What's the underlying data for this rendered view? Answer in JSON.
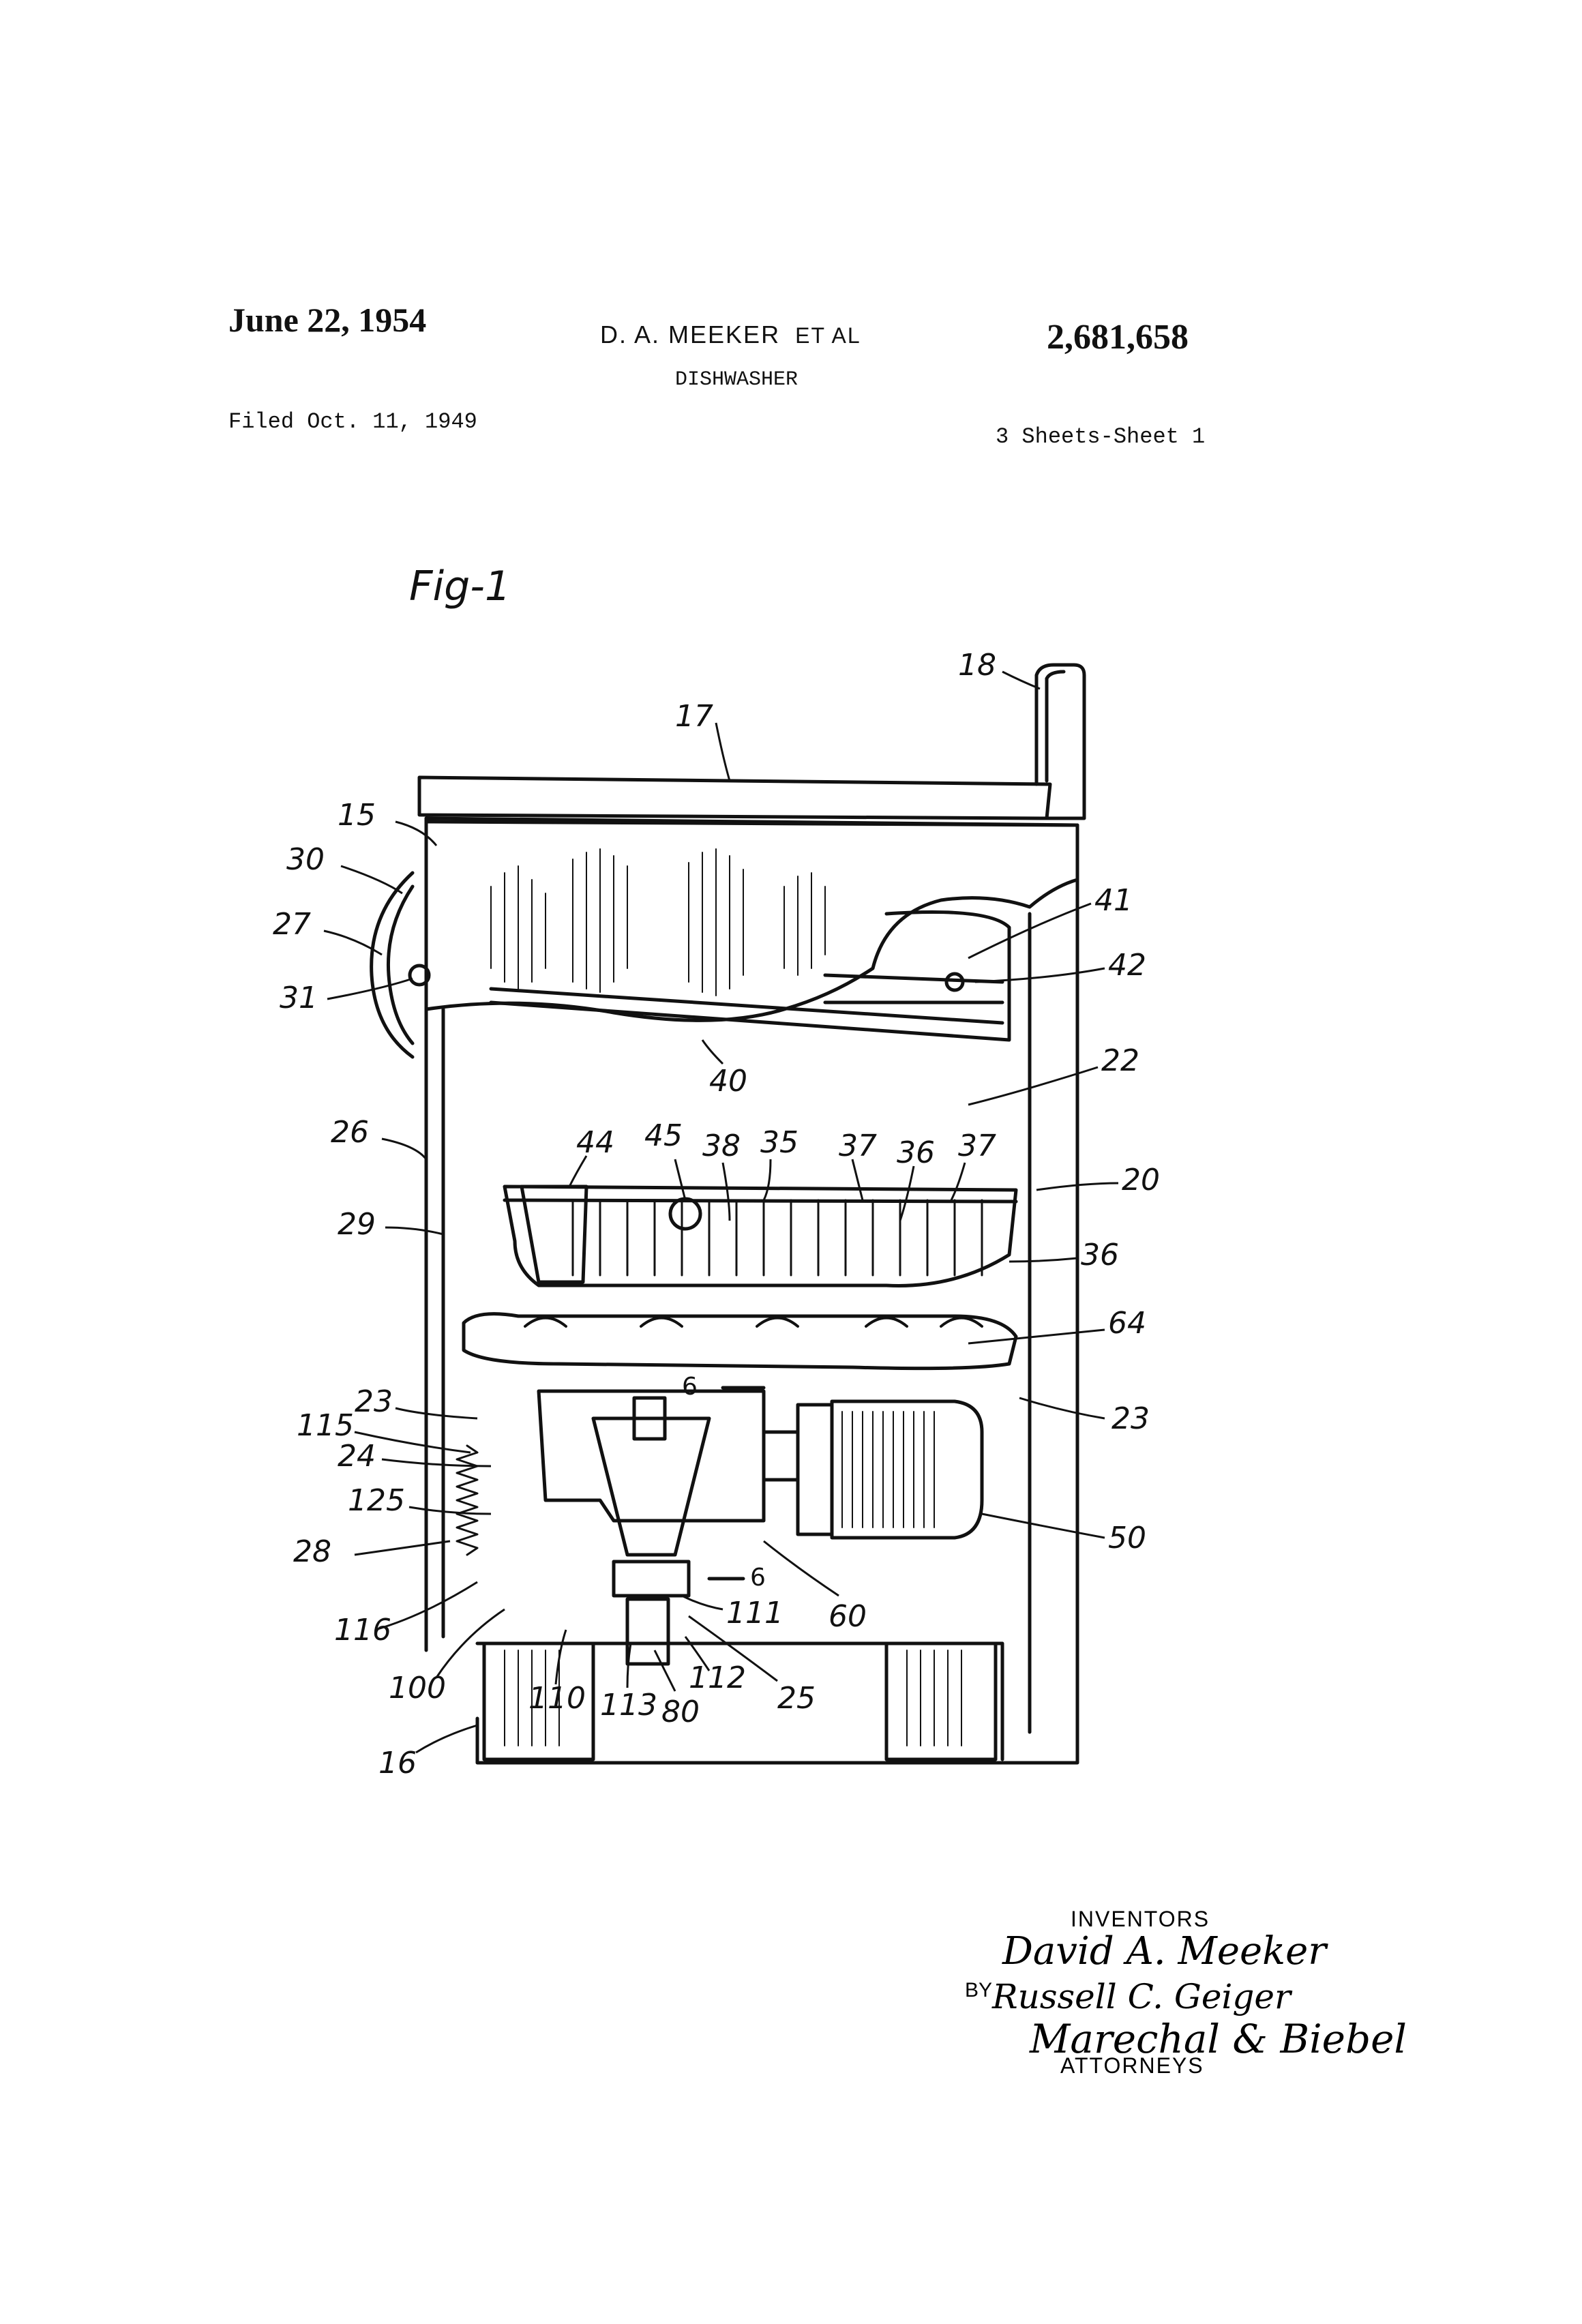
{
  "header": {
    "date": "June 22, 1954",
    "inventor": "D. A. MEEKER",
    "et_al": "ET AL",
    "patent_number": "2,681,658",
    "title": "DISHWASHER",
    "filed": "Filed Oct. 11, 1949",
    "sheets": "3 Sheets-Sheet 1"
  },
  "figure": {
    "label": "Fig-1",
    "reference_numerals": [
      "18",
      "17",
      "15",
      "30",
      "27",
      "31",
      "41",
      "42",
      "40",
      "22",
      "26",
      "44",
      "45",
      "38",
      "35",
      "37",
      "36",
      "37",
      "20",
      "29",
      "36",
      "64",
      "23",
      "6",
      "23",
      "115",
      "24",
      "125",
      "28",
      "6",
      "50",
      "60",
      "116",
      "111",
      "100",
      "110",
      "113",
      "80",
      "112",
      "25",
      "16"
    ]
  },
  "signature_block": {
    "inventors_label": "INVENTORS",
    "by_label": "BY",
    "attorneys_label": "ATTORNEYS",
    "signatures": [
      "David A. Meeker",
      "Russell C. Geiger",
      "Marechal & Biebel"
    ]
  }
}
